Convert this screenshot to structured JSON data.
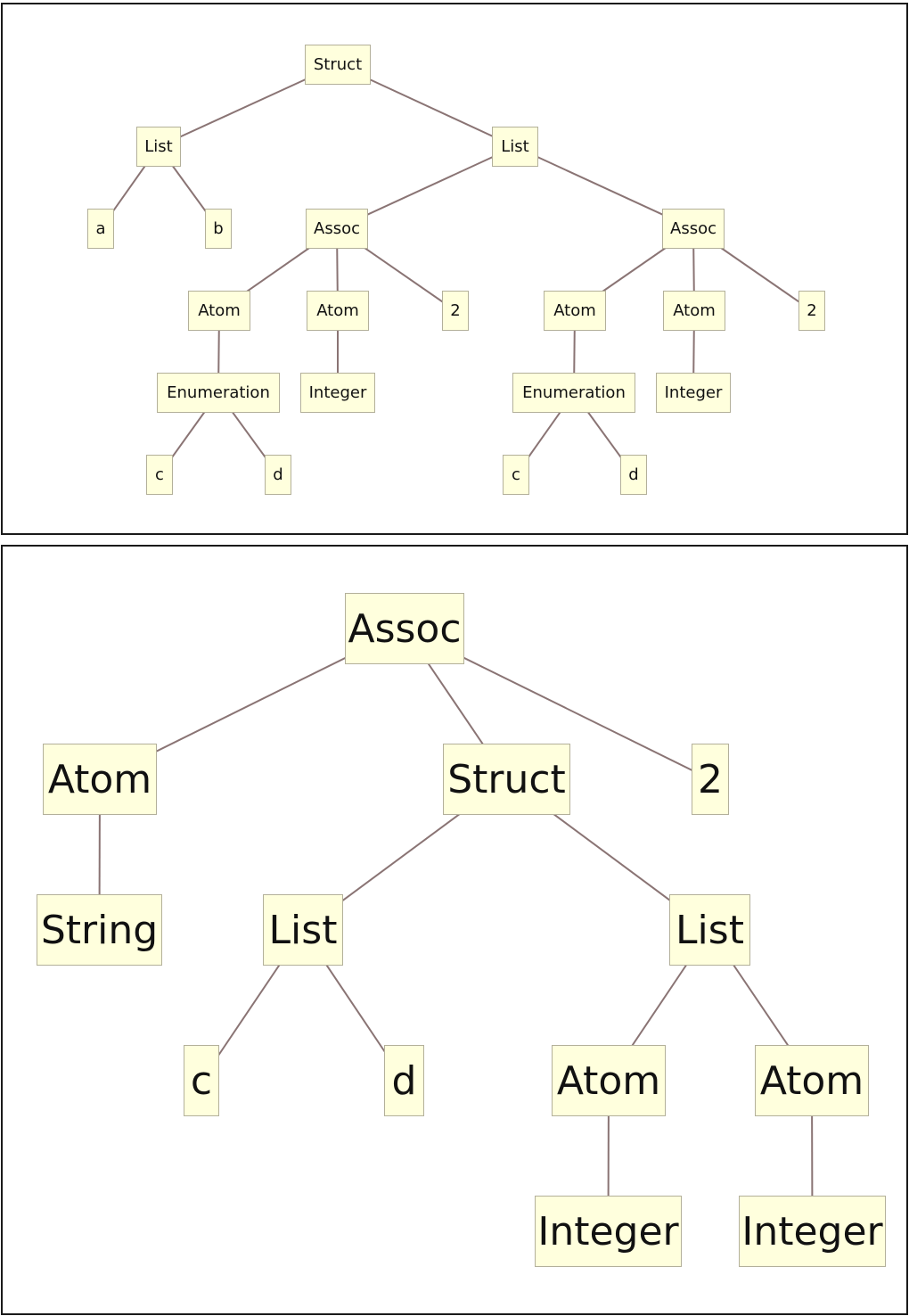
{
  "colors": {
    "node_fill": "#ffffdd",
    "node_border": "#b3b09a",
    "edge": "#8a7474",
    "frame": "#1a1a1a"
  },
  "trees": [
    {
      "id": "tree-1",
      "nodes": [
        {
          "id": "n0",
          "label": "Struct",
          "parent": null
        },
        {
          "id": "n1",
          "label": "List",
          "parent": "n0"
        },
        {
          "id": "n2",
          "label": "List",
          "parent": "n0"
        },
        {
          "id": "n3",
          "label": "a",
          "parent": "n1"
        },
        {
          "id": "n4",
          "label": "b",
          "parent": "n1"
        },
        {
          "id": "n5",
          "label": "Assoc",
          "parent": "n2"
        },
        {
          "id": "n6",
          "label": "Assoc",
          "parent": "n2"
        },
        {
          "id": "n7",
          "label": "Atom",
          "parent": "n5"
        },
        {
          "id": "n8",
          "label": "Atom",
          "parent": "n5"
        },
        {
          "id": "n9",
          "label": "2",
          "parent": "n5"
        },
        {
          "id": "n10",
          "label": "Atom",
          "parent": "n6"
        },
        {
          "id": "n11",
          "label": "Atom",
          "parent": "n6"
        },
        {
          "id": "n12",
          "label": "2",
          "parent": "n6"
        },
        {
          "id": "n13",
          "label": "Enumeration",
          "parent": "n7"
        },
        {
          "id": "n14",
          "label": "Integer",
          "parent": "n8"
        },
        {
          "id": "n15",
          "label": "Enumeration",
          "parent": "n10"
        },
        {
          "id": "n16",
          "label": "Integer",
          "parent": "n11"
        },
        {
          "id": "n17",
          "label": "c",
          "parent": "n13"
        },
        {
          "id": "n18",
          "label": "d",
          "parent": "n13"
        },
        {
          "id": "n19",
          "label": "c",
          "parent": "n15"
        },
        {
          "id": "n20",
          "label": "d",
          "parent": "n15"
        }
      ]
    },
    {
      "id": "tree-2",
      "nodes": [
        {
          "id": "m0",
          "label": "Assoc",
          "parent": null
        },
        {
          "id": "m1",
          "label": "Atom",
          "parent": "m0"
        },
        {
          "id": "m2",
          "label": "Struct",
          "parent": "m0"
        },
        {
          "id": "m3",
          "label": "2",
          "parent": "m0"
        },
        {
          "id": "m4",
          "label": "String",
          "parent": "m1"
        },
        {
          "id": "m5",
          "label": "List",
          "parent": "m2"
        },
        {
          "id": "m6",
          "label": "List",
          "parent": "m2"
        },
        {
          "id": "m7",
          "label": "c",
          "parent": "m5"
        },
        {
          "id": "m8",
          "label": "d",
          "parent": "m5"
        },
        {
          "id": "m9",
          "label": "Atom",
          "parent": "m6"
        },
        {
          "id": "m10",
          "label": "Atom",
          "parent": "m6"
        },
        {
          "id": "m11",
          "label": "Integer",
          "parent": "m9"
        },
        {
          "id": "m12",
          "label": "Integer",
          "parent": "m10"
        }
      ]
    }
  ]
}
